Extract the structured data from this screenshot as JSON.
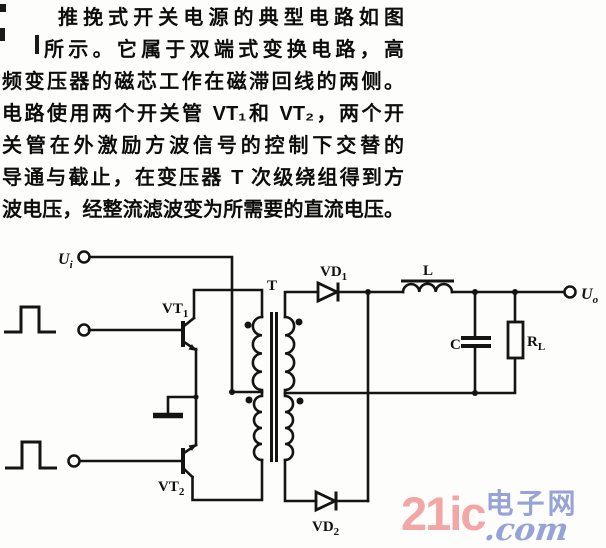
{
  "paragraph": {
    "lines": [
      "推挽式开关电源的典型电路如图",
      "所示。它属于双端式变换电路，高",
      "频变压器的磁芯工作在磁滞回线的两侧。",
      "电路使用两个开关管 VT₁和 VT₂，两个开",
      "关管在外激励方波信号的控制下交替的",
      "导通与截止，在变压器 T 次级绕组得到方",
      "波电压，经整流滤波变为所需要的直流电压。"
    ]
  },
  "circuit": {
    "labels": {
      "input_voltage": {
        "main": "U",
        "sub": "i"
      },
      "transistor1": {
        "main": "VT",
        "sub": "1"
      },
      "transistor2": {
        "main": "VT",
        "sub": "2"
      },
      "transformer": {
        "main": "T",
        "sub": ""
      },
      "diode1": {
        "main": "VD",
        "sub": "1"
      },
      "diode2": {
        "main": "VD",
        "sub": "2"
      },
      "inductor": {
        "main": "L",
        "sub": ""
      },
      "capacitor": {
        "main": "C",
        "sub": ""
      },
      "load_resistor": {
        "main": "R",
        "sub": "L"
      },
      "output_voltage": {
        "main": "U",
        "sub": "o"
      }
    }
  },
  "watermark": {
    "brand": "21ic",
    "site_name": "电子网",
    "domain_suffix": ".com",
    "brand_color": "#f2a6a6",
    "accent_color": "#95a3d6"
  }
}
